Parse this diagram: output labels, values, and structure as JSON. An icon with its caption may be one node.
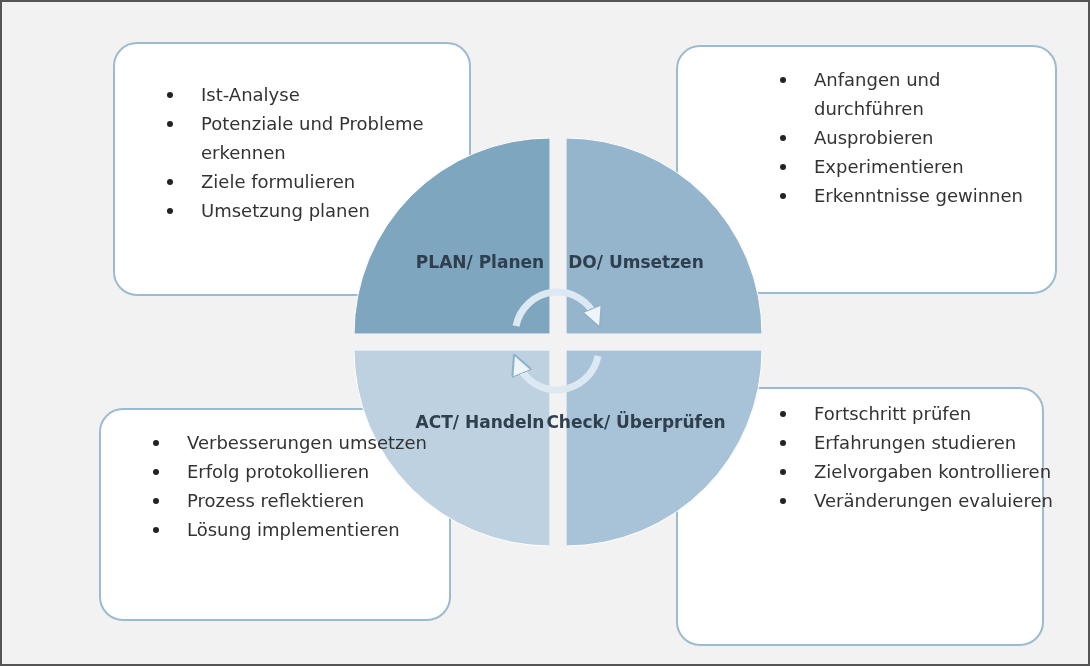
{
  "diagram": {
    "nodes": [
      {
        "text": [
          "Ist-Analyse",
          "Potenziale und Probleme erkennen",
          "Ziele formulieren",
          "Umsetzung planen"
        ]
      },
      {
        "text": [
          "Anfangen und durchführen",
          "Ausprobieren",
          "Experimentieren",
          "Erkenntnisse gewinnen"
        ]
      },
      {
        "text": [
          "PLAN/ Planen"
        ]
      },
      {
        "text": [
          "DO/ Umsetzen"
        ]
      },
      {
        "text": [
          "ACT/ Handeln"
        ]
      },
      {
        "text": [
          "Check/ Überprüfen"
        ]
      },
      {
        "text": [
          "Verbesserungen umsetzen",
          "Erfolg protokollieren",
          "Prozess reflektieren",
          "Lösung implementieren"
        ]
      },
      {
        "text": [
          "Fortschritt prüfen",
          "Erfahrungen studieren",
          "Zielvorgaben kontrollieren",
          "Veränderungen evaluieren"
        ]
      }
    ],
    "edges": [
      {
        "from": 2,
        "to": 3,
        "arrow": "to"
      },
      {
        "from": 5,
        "to": 4,
        "arrow": "to"
      }
    ]
  }
}
